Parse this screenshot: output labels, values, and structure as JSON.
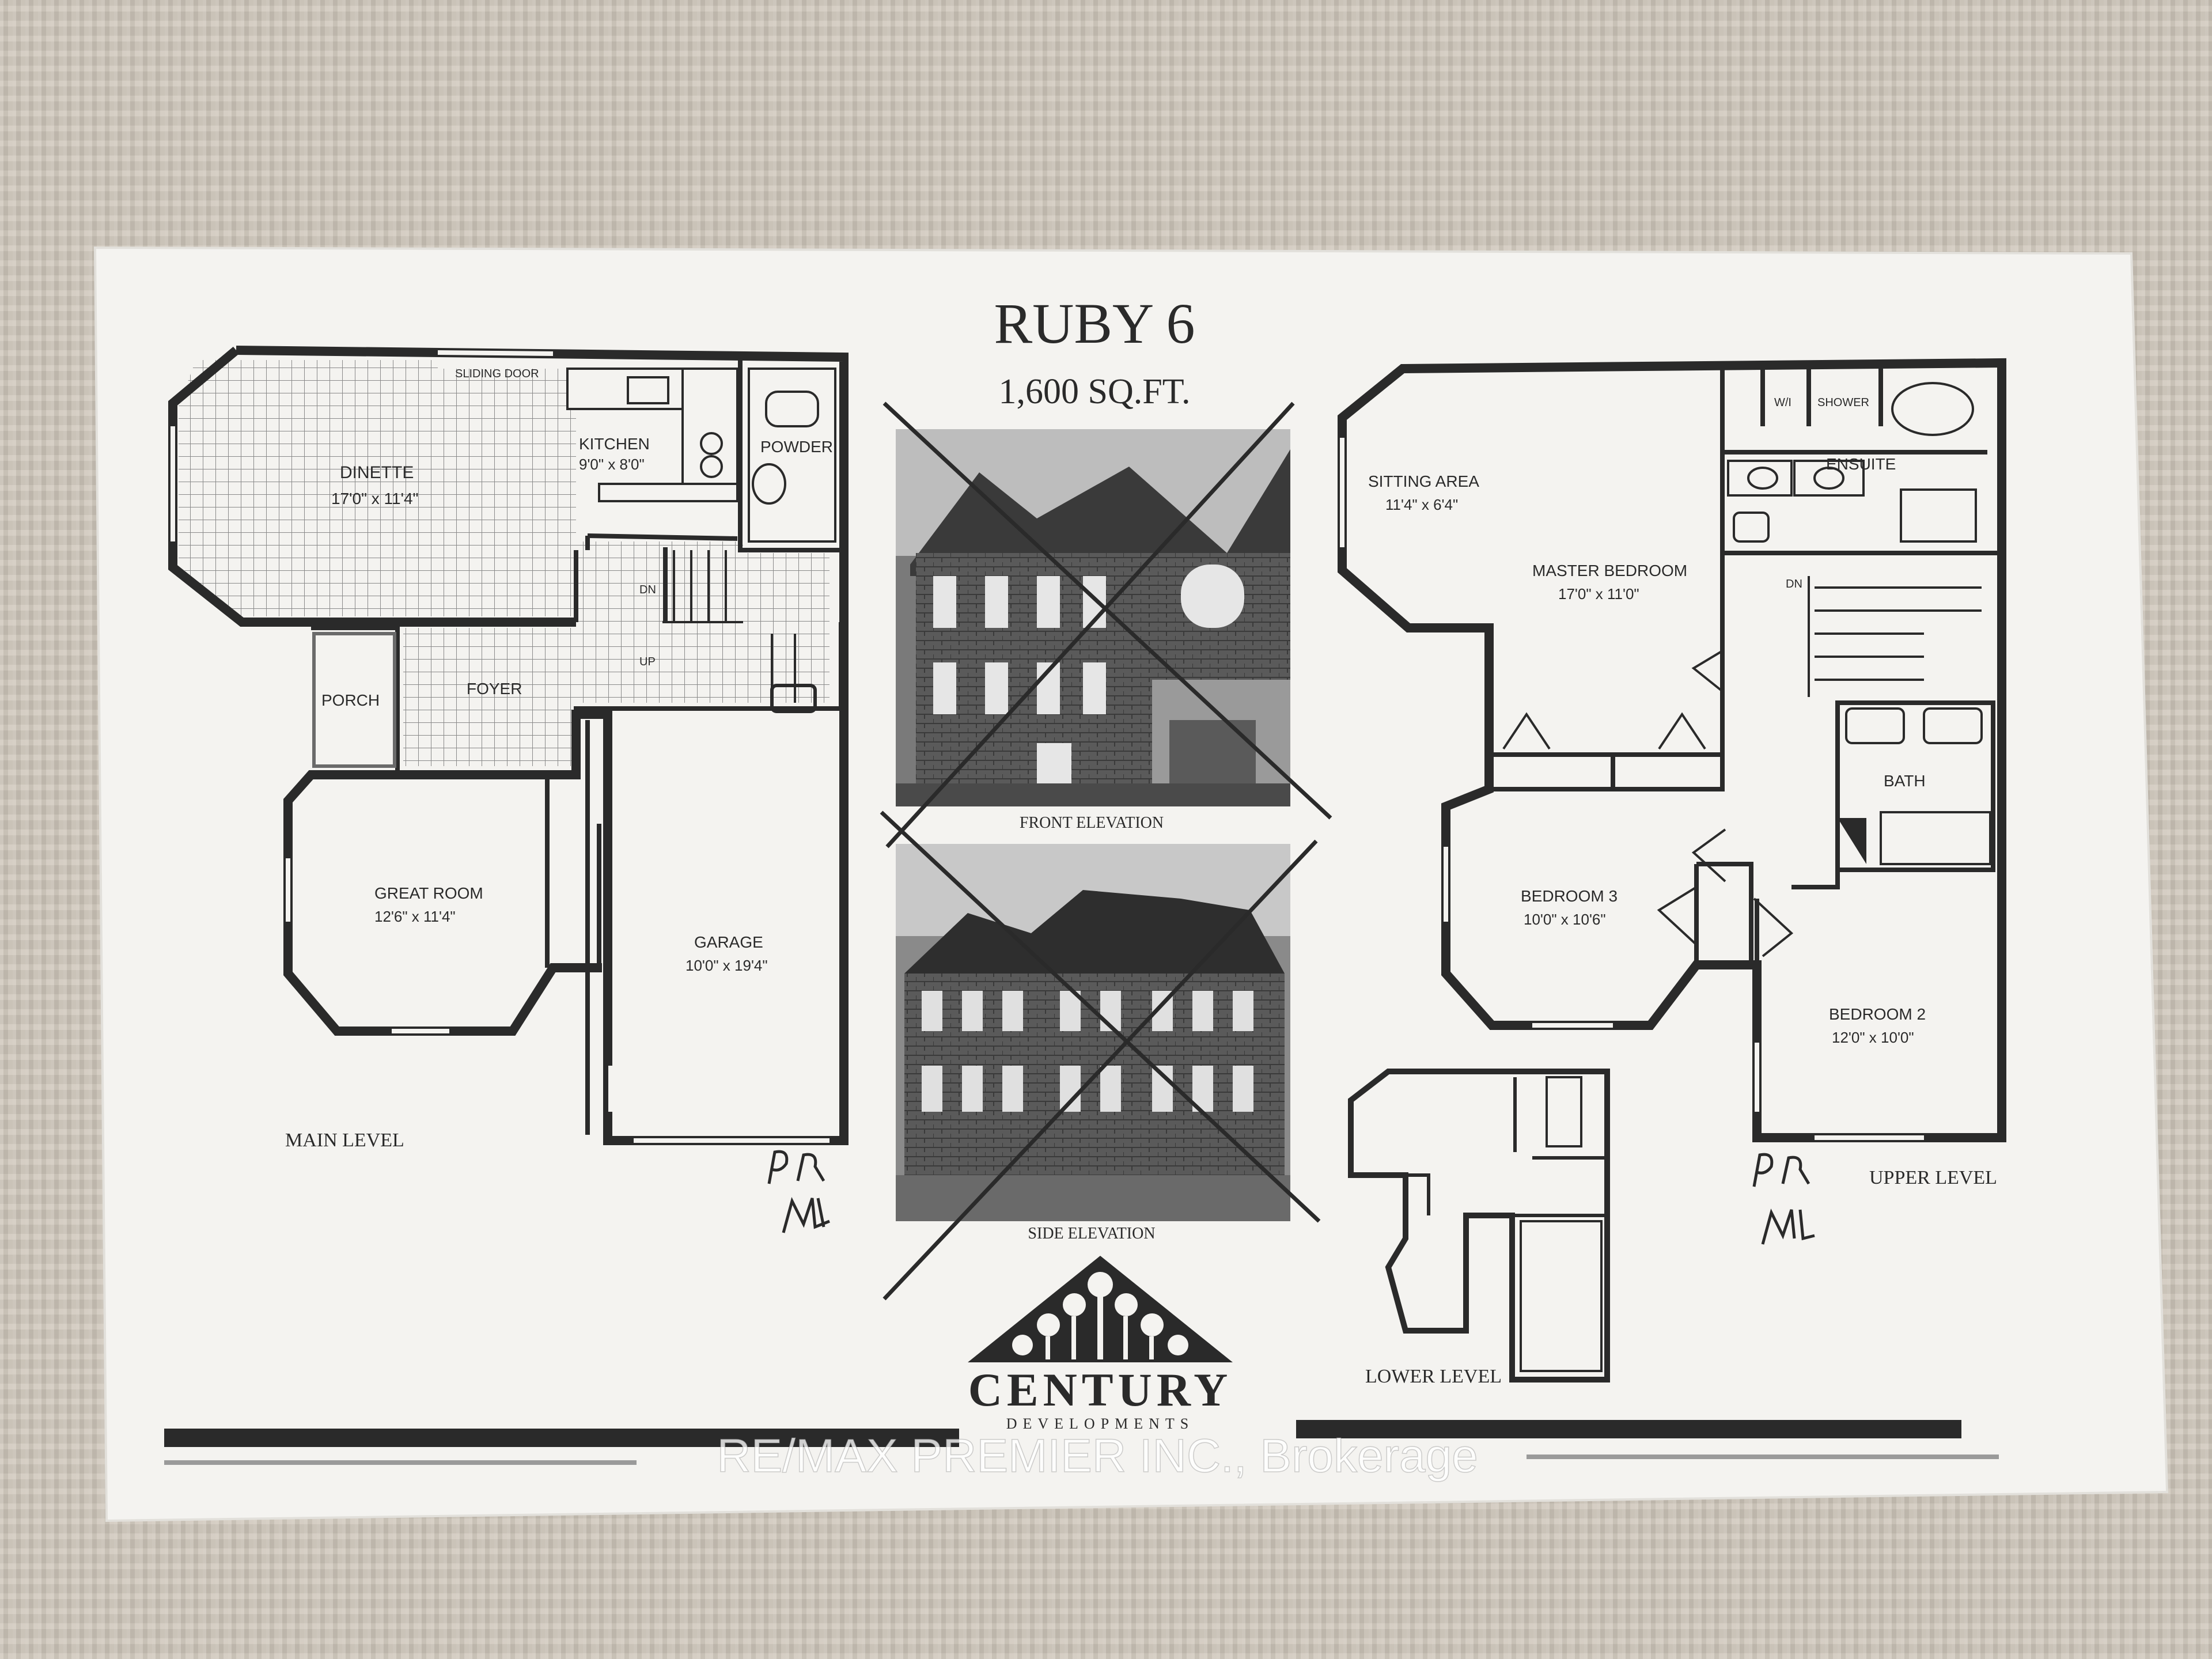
{
  "header": {
    "title": "RUBY 6",
    "area": "1,600 SQ.FT."
  },
  "levels": {
    "main": "MAIN LEVEL",
    "upper": "UPPER LEVEL",
    "lower": "LOWER LEVEL"
  },
  "main_rooms": {
    "dinette_name": "DINETTE",
    "dinette_dim": "17'0\" x 11'4\"",
    "kitchen_name": "KITCHEN",
    "kitchen_dim": "9'0\" x 8'0\"",
    "powder": "POWDER",
    "foyer": "FOYER",
    "porch": "PORCH",
    "great_room_name": "GREAT ROOM",
    "great_room_dim": "12'6\" x 11'4\"",
    "garage_name": "GARAGE",
    "garage_dim": "10'0\" x 19'4\"",
    "sliding_door": "SLIDING DOOR",
    "stair_dn": "DN",
    "stair_up": "UP"
  },
  "upper_rooms": {
    "sitting_name": "SITTING AREA",
    "sitting_dim": "11'4\" x 6'4\"",
    "master_name": "MASTER BEDROOM",
    "master_dim": "17'0\" x 11'0\"",
    "ensuite": "ENSUITE",
    "shower": "SHOWER",
    "wic": "W/I",
    "bath": "BATH",
    "bedroom3_name": "BEDROOM 3",
    "bedroom3_dim": "10'0\" x 10'6\"",
    "bedroom2_name": "BEDROOM 2",
    "bedroom2_dim": "12'0\" x 10'0\"",
    "stair_dn": "DN"
  },
  "elevations": {
    "front": "FRONT ELEVATION",
    "side": "SIDE ELEVATION"
  },
  "logo": {
    "name": "CENTURY",
    "sub": "DEVELOPMENTS"
  },
  "watermark": "RE/MAX PREMIER INC., Brokerage",
  "initials": "P.R. M.L.",
  "colors": {
    "paper": "#f4f3f0",
    "ink": "#2a2a2a",
    "background": "#cfc7bb"
  }
}
